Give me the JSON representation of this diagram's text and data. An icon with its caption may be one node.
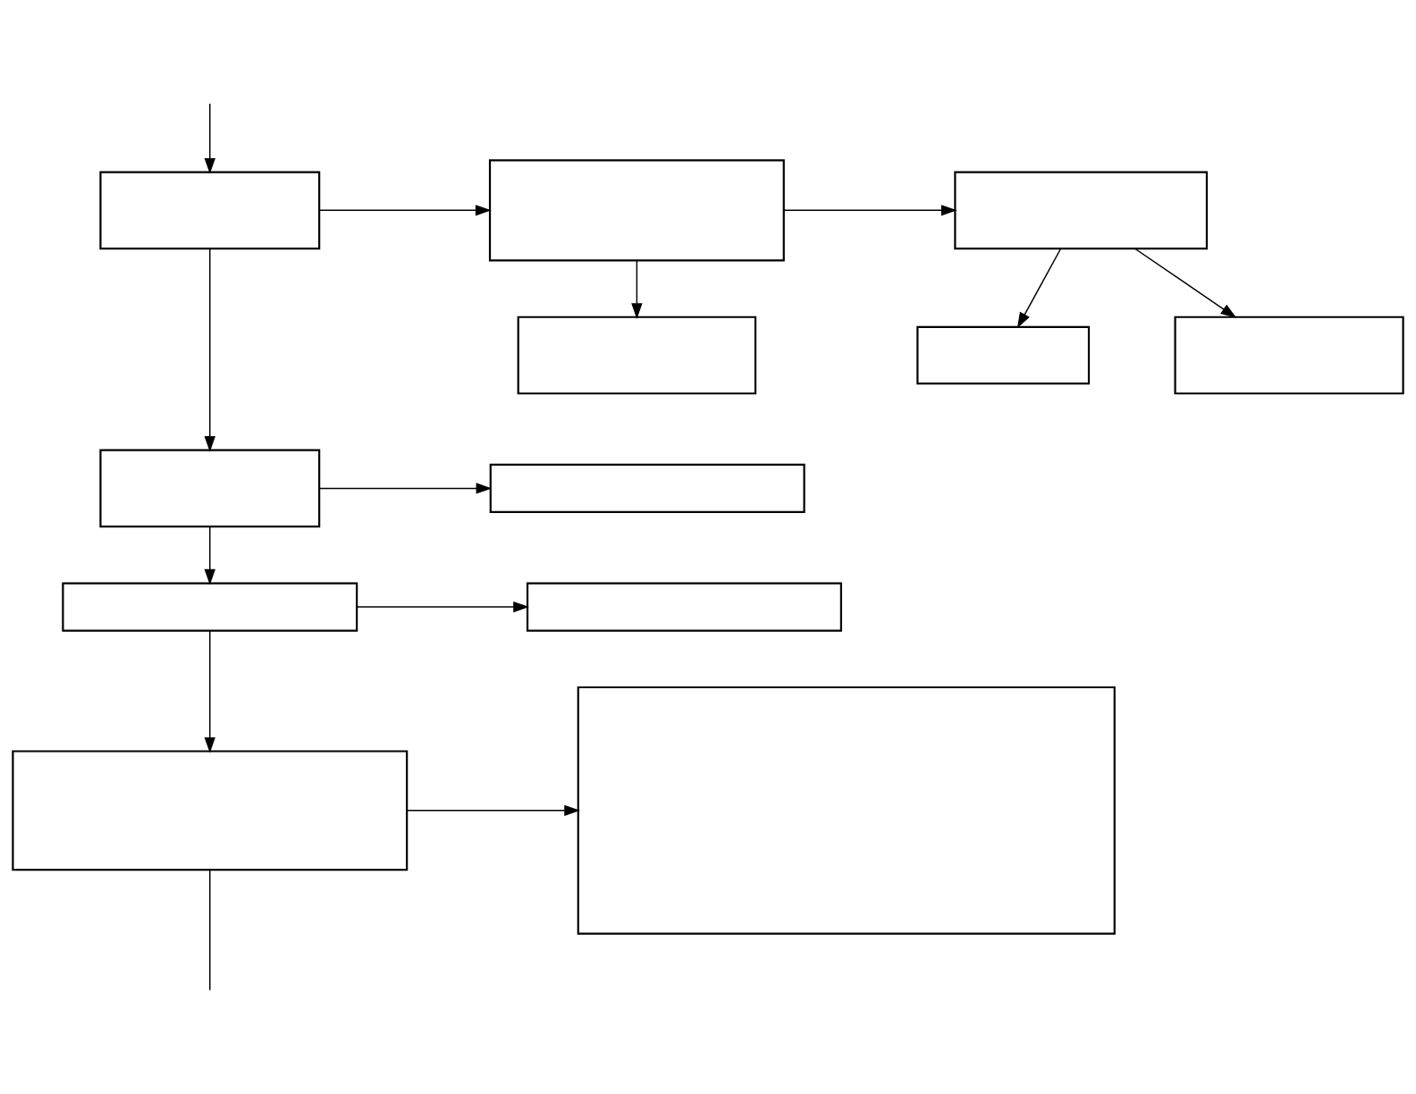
{
  "diagram": {
    "nodes": [
      {
        "text": [],
        "shape": "box"
      },
      {
        "text": [],
        "shape": "box"
      },
      {
        "text": [],
        "shape": "box"
      },
      {
        "text": [],
        "shape": "box"
      },
      {
        "text": [],
        "shape": "box"
      },
      {
        "text": [],
        "shape": "box"
      },
      {
        "text": [],
        "shape": "box"
      },
      {
        "text": [],
        "shape": "box"
      },
      {
        "text": [],
        "shape": "box"
      },
      {
        "text": [],
        "shape": "box"
      },
      {
        "text": [],
        "shape": "box"
      },
      {
        "text": [],
        "shape": "box"
      }
    ],
    "edges": [
      {
        "from": null,
        "to": 0,
        "arrow": "to"
      },
      {
        "from": 0,
        "to": 1,
        "arrow": "to"
      },
      {
        "from": 1,
        "to": 2,
        "arrow": "to"
      },
      {
        "from": 1,
        "to": 3,
        "arrow": "to"
      },
      {
        "from": 2,
        "to": 4,
        "arrow": "to"
      },
      {
        "from": 2,
        "to": 5,
        "arrow": "to"
      },
      {
        "from": 0,
        "to": 6,
        "arrow": "to"
      },
      {
        "from": 6,
        "to": 7,
        "arrow": "to"
      },
      {
        "from": 6,
        "to": 8,
        "arrow": "to"
      },
      {
        "from": 8,
        "to": 9,
        "arrow": "to"
      },
      {
        "from": 8,
        "to": 10,
        "arrow": "to"
      },
      {
        "from": 10,
        "to": 11,
        "arrow": "to"
      },
      {
        "from": 10,
        "to": null,
        "arrow": "none"
      }
    ]
  }
}
